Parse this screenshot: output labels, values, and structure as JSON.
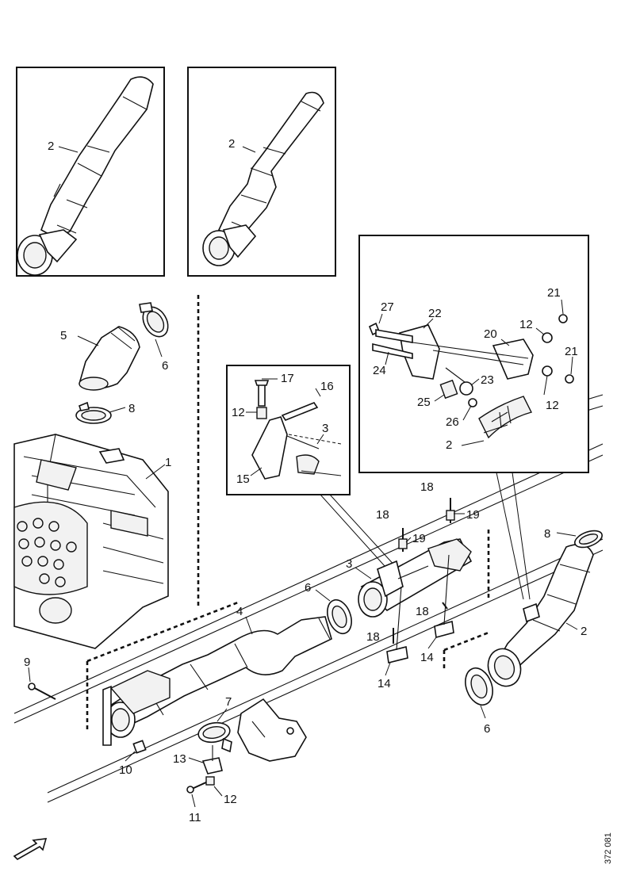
{
  "callouts": {
    "inset_a_2": "2",
    "inset_b_2": "2",
    "c5": "5",
    "c6_top": "6",
    "c8_top": "8",
    "c1": "1",
    "c17": "17",
    "c16": "16",
    "c12_det": "12",
    "c3_det": "3",
    "c15": "15",
    "c27": "27",
    "c22": "22",
    "c21_top": "21",
    "c12_det2_top": "12",
    "c20": "20",
    "c21_right": "21",
    "c24": "24",
    "c23": "23",
    "c25": "25",
    "c12_det2_bot": "12",
    "c26": "26",
    "c2_det2": "2",
    "c18_a": "18",
    "c19_a": "19",
    "c18_b": "18",
    "c19_b": "19",
    "c3_main": "3",
    "c8_right": "8",
    "c6_mid": "6",
    "c4": "4",
    "c18_c": "18",
    "c18_d": "18",
    "c2_right": "2",
    "c14_a": "14",
    "c14_b": "14",
    "c9": "9",
    "c7": "7",
    "c6_bot": "6",
    "c10": "10",
    "c13": "13",
    "c12_bot": "12",
    "c11": "11"
  },
  "reference_number": "372 081",
  "icons": {
    "direction_arrow": "forward-direction-arrow-icon"
  }
}
